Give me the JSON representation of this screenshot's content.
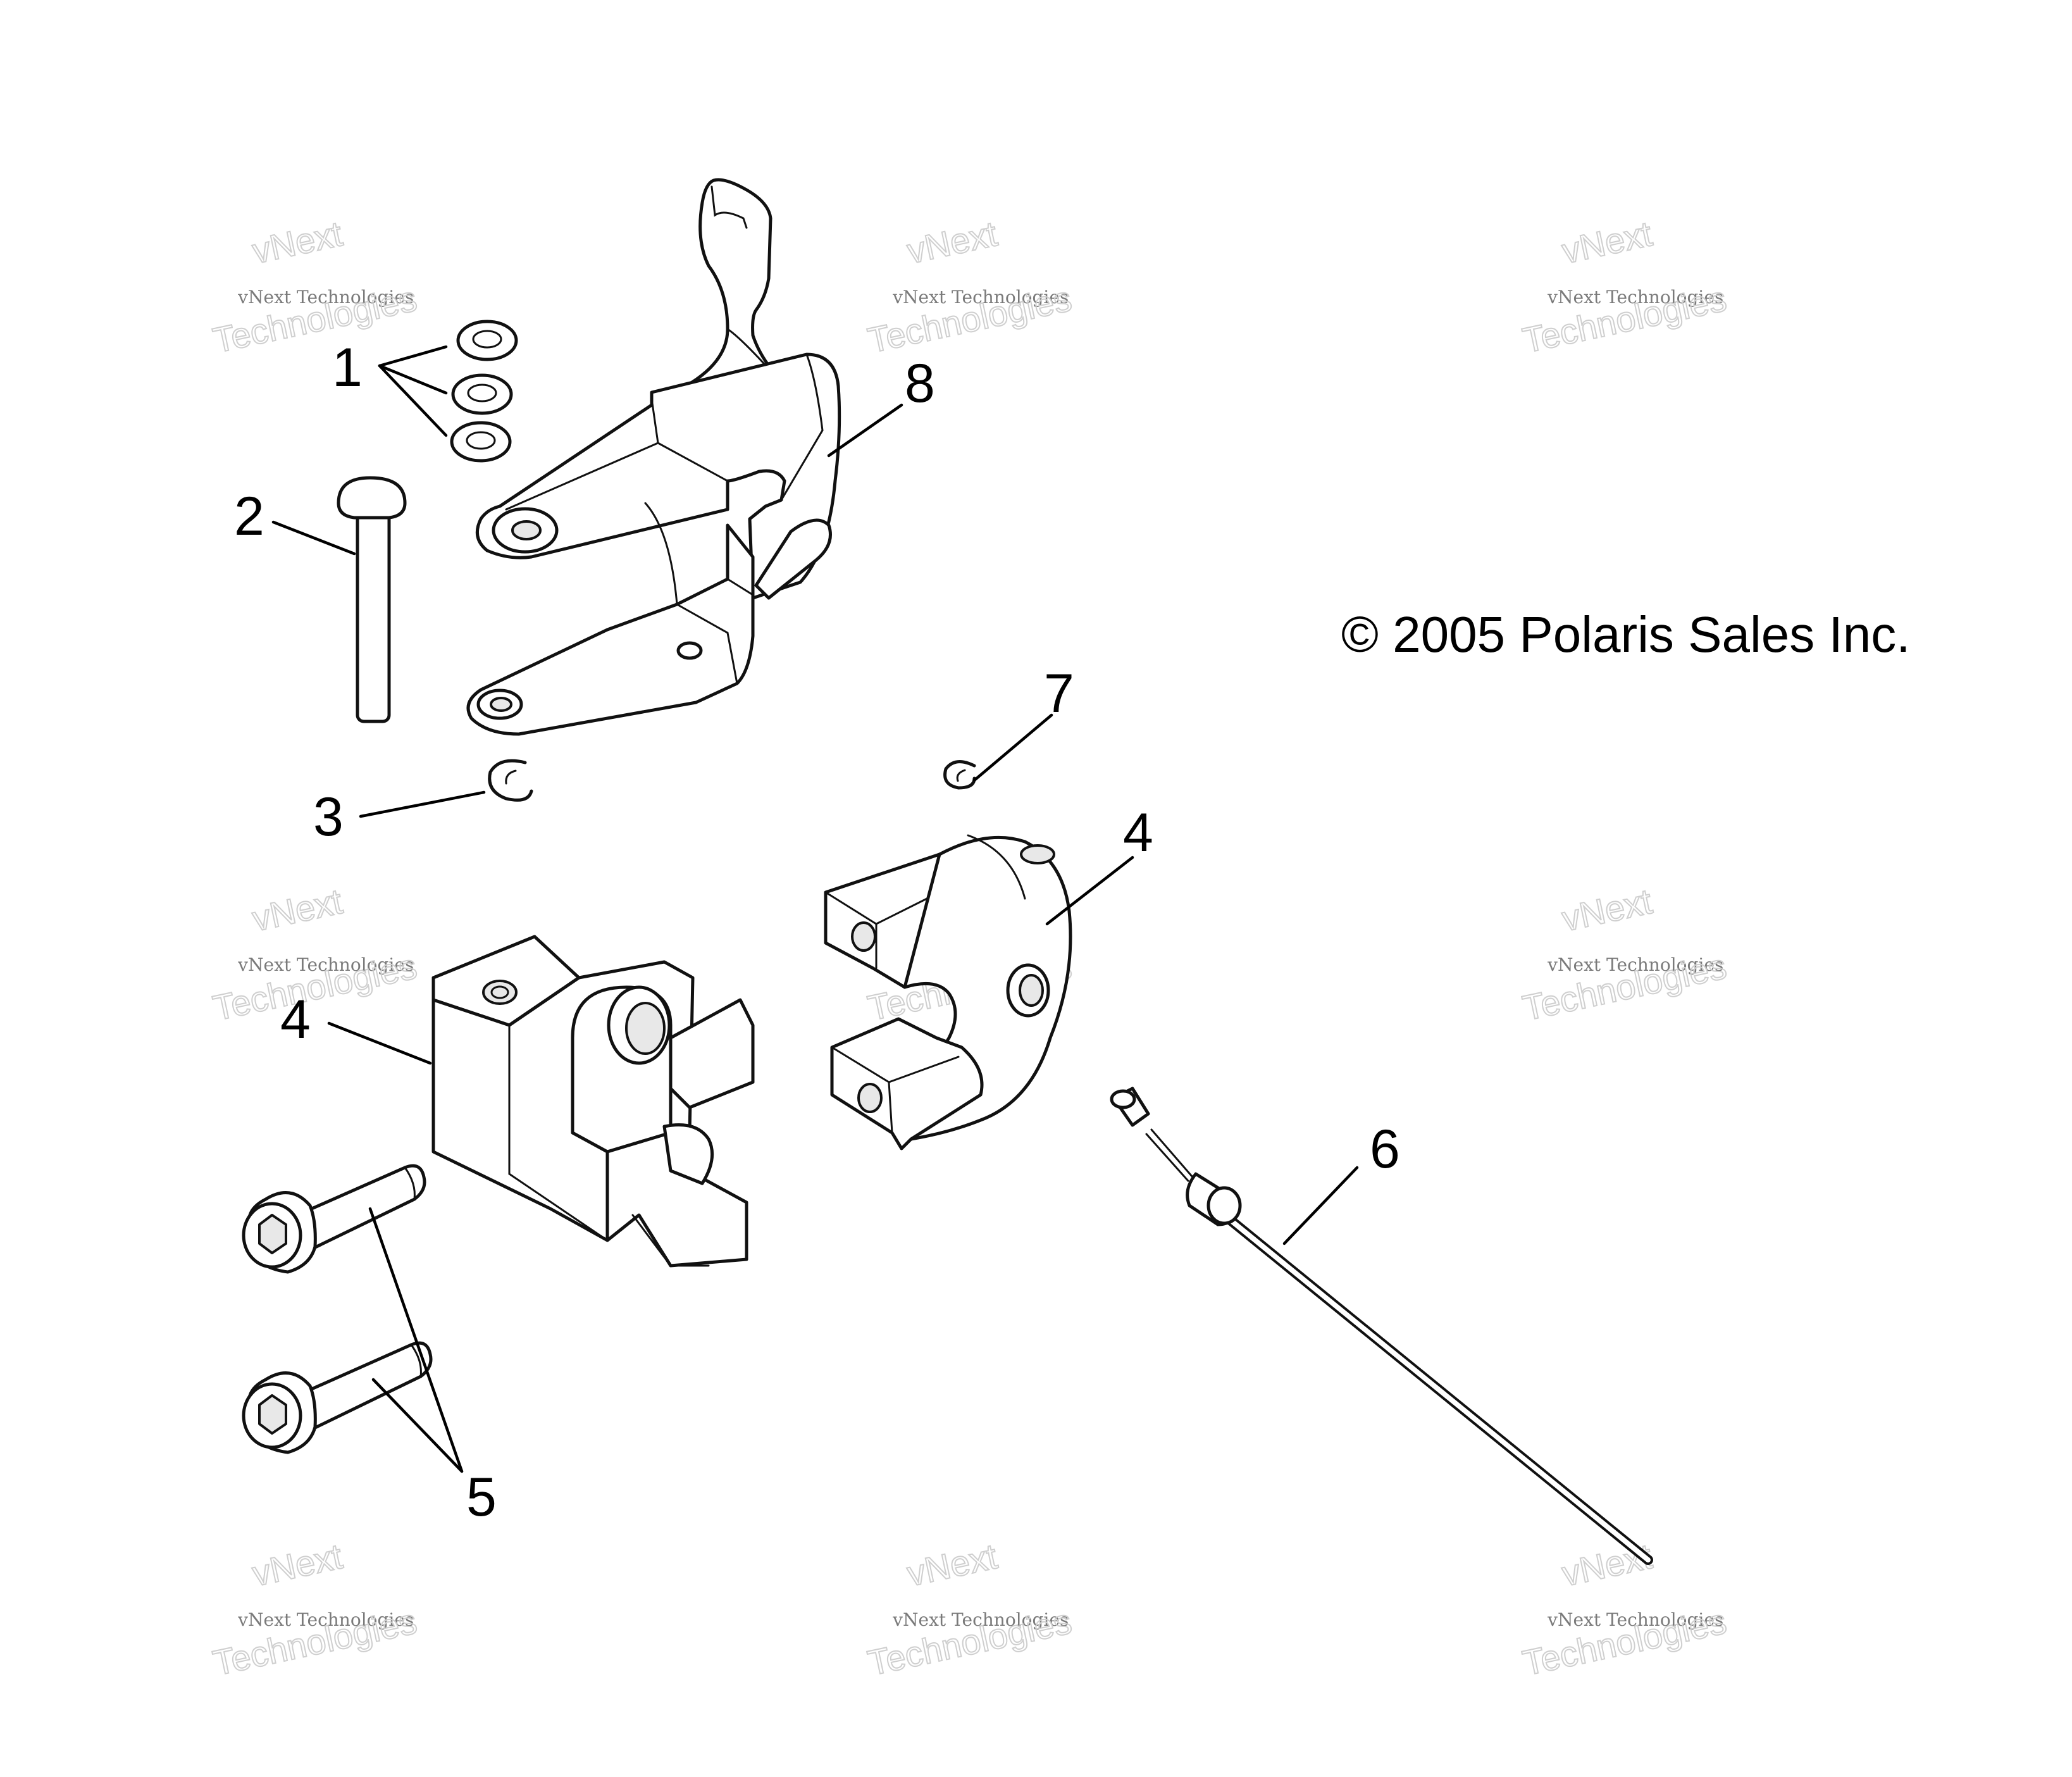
{
  "copyright": "© 2005 Polaris Sales Inc.",
  "callouts": [
    {
      "id": "1",
      "label": "1"
    },
    {
      "id": "2",
      "label": "2"
    },
    {
      "id": "3",
      "label": "3"
    },
    {
      "id": "4a",
      "label": "4"
    },
    {
      "id": "4b",
      "label": "4"
    },
    {
      "id": "5",
      "label": "5"
    },
    {
      "id": "6",
      "label": "6"
    },
    {
      "id": "7",
      "label": "7"
    },
    {
      "id": "8",
      "label": "8"
    }
  ],
  "watermark": {
    "line1": "vNext",
    "line2": "vNext Technologies",
    "line3": "Technologies"
  }
}
